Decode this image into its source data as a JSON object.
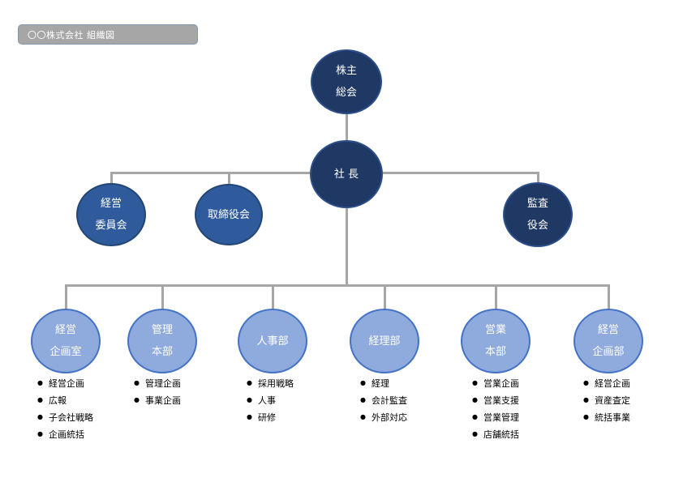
{
  "title_box": {
    "label": "〇〇株式会社 組織図"
  },
  "colors": {
    "dark_navy_fill": "#1F3864",
    "dark_navy_border": "#2C4E8A",
    "medium_blue_fill": "#2F5B9D",
    "medium_blue_border": "#234674",
    "light_blue_fill": "#8FAADC",
    "light_blue_border": "#4472C4",
    "connector_gray": "#A6A6A6",
    "title_box_fill": "#A6A6A6",
    "title_box_border": "#8496B0"
  },
  "top_nodes": {
    "shareholders_meeting": {
      "lines": [
        "株主",
        "総会"
      ]
    },
    "president": {
      "label": "社 長"
    },
    "management_committee": {
      "lines": [
        "経営",
        "委員会"
      ]
    },
    "board_of_directors": {
      "label": "取締役会"
    },
    "audit_board": {
      "lines": [
        "監査",
        "役会"
      ]
    }
  },
  "departments": [
    {
      "name_lines": [
        "経営",
        "企画室"
      ],
      "items": [
        "経営企画",
        "広報",
        "子会社戦略",
        "企画統括"
      ]
    },
    {
      "name_lines": [
        "管理",
        "本部"
      ],
      "items": [
        "管理企画",
        "事業企画"
      ]
    },
    {
      "name_lines": [
        "人事部"
      ],
      "items": [
        "採用戦略",
        "人事",
        "研修"
      ]
    },
    {
      "name_lines": [
        "経理部"
      ],
      "items": [
        "経理",
        "会計監査",
        "外部対応"
      ]
    },
    {
      "name_lines": [
        "営業",
        "本部"
      ],
      "items": [
        "営業企画",
        "営業支援",
        "営業管理",
        "店舗統括"
      ]
    },
    {
      "name_lines": [
        "経営",
        "企画部"
      ],
      "items": [
        "経営企画",
        "資産査定",
        "統括事業"
      ]
    }
  ]
}
